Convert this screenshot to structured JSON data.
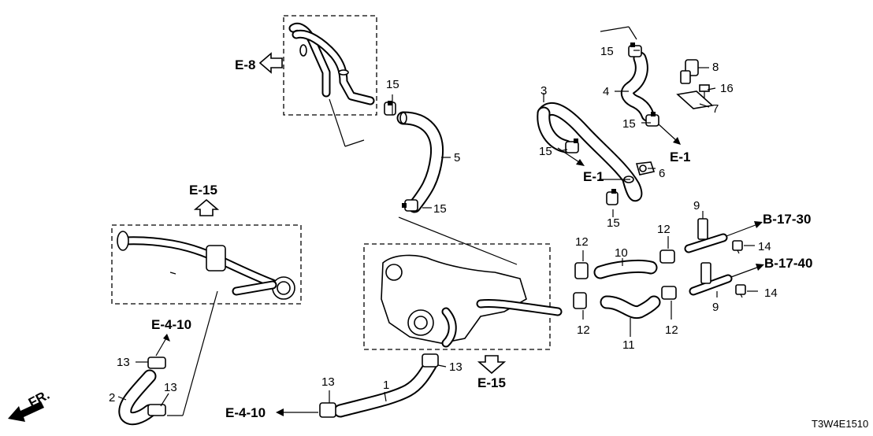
{
  "diagram": {
    "code": "T3W4E1510",
    "direction_label": "FR.",
    "part_numbers": {
      "p1": "1",
      "p2": "2",
      "p3": "3",
      "p4": "4",
      "p5": "5",
      "p6": "6",
      "p7": "7",
      "p8": "8",
      "p9a": "9",
      "p9b": "9",
      "p10": "10",
      "p11": "11",
      "p12a": "12",
      "p12b": "12",
      "p12c": "12",
      "p12d": "12",
      "p13a": "13",
      "p13b": "13",
      "p13c": "13",
      "p13d": "13",
      "p14a": "14",
      "p14b": "14",
      "p15a": "15",
      "p15b": "15",
      "p15c": "15",
      "p15d": "15",
      "p15e": "15",
      "p15f": "15",
      "p16": "16"
    },
    "references": {
      "e8": "E-8",
      "e15_top": "E-15",
      "e15_bottom": "E-15",
      "e4_10_top": "E-4-10",
      "e4_10_bottom": "E-4-10",
      "e1_left": "E-1",
      "e1_right": "E-1",
      "b17_30": "B-17-30",
      "b17_40": "B-17-40"
    }
  }
}
